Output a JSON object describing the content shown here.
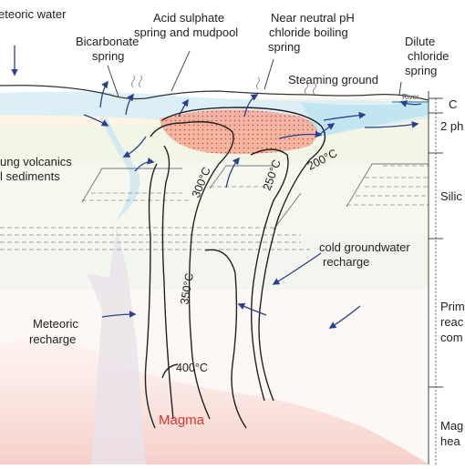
{
  "labels": {
    "meteoric_water": "eteoric water",
    "bicarbonate_l1": "Bicarbonate",
    "bicarbonate_l2": "spring",
    "acid_l1": "Acid sulphate",
    "acid_l2": "spring and mudpool",
    "neutral_l1": "Near neutral pH",
    "neutral_l2": "chloride boiling",
    "neutral_l3": "spring",
    "dilute_l1": "Dilute",
    "dilute_l2": "chloride",
    "dilute_l3": "spring",
    "steaming_ground": "Steaming ground",
    "river": "River",
    "volcanics_l1": "ung volcanics",
    "volcanics_l2": "l sediments",
    "cold_gw_l1": "cold groundwater",
    "cold_gw_l2": "recharge",
    "meteoric_recharge_l1": "Meteoric",
    "meteoric_recharge_l2": "recharge",
    "magma": "Magma"
  },
  "isotherms": {
    "t200": "200°C",
    "t250": "250°C",
    "t300": "300°C",
    "t350": "350°C",
    "t400": "400°C"
  },
  "zones": {
    "z1": "C",
    "z2": "2 ph",
    "z3": "Silic",
    "z4_l1": "Prim",
    "z4_l2": "reac",
    "z4_l3": "com",
    "z5_l1": "Mag",
    "z5_l2": "hea"
  },
  "colors": {
    "magma": "#e2332b",
    "arrow": "#2a3f8f",
    "isotherm": "#222222",
    "boiling_zone": "#f4a08a"
  }
}
